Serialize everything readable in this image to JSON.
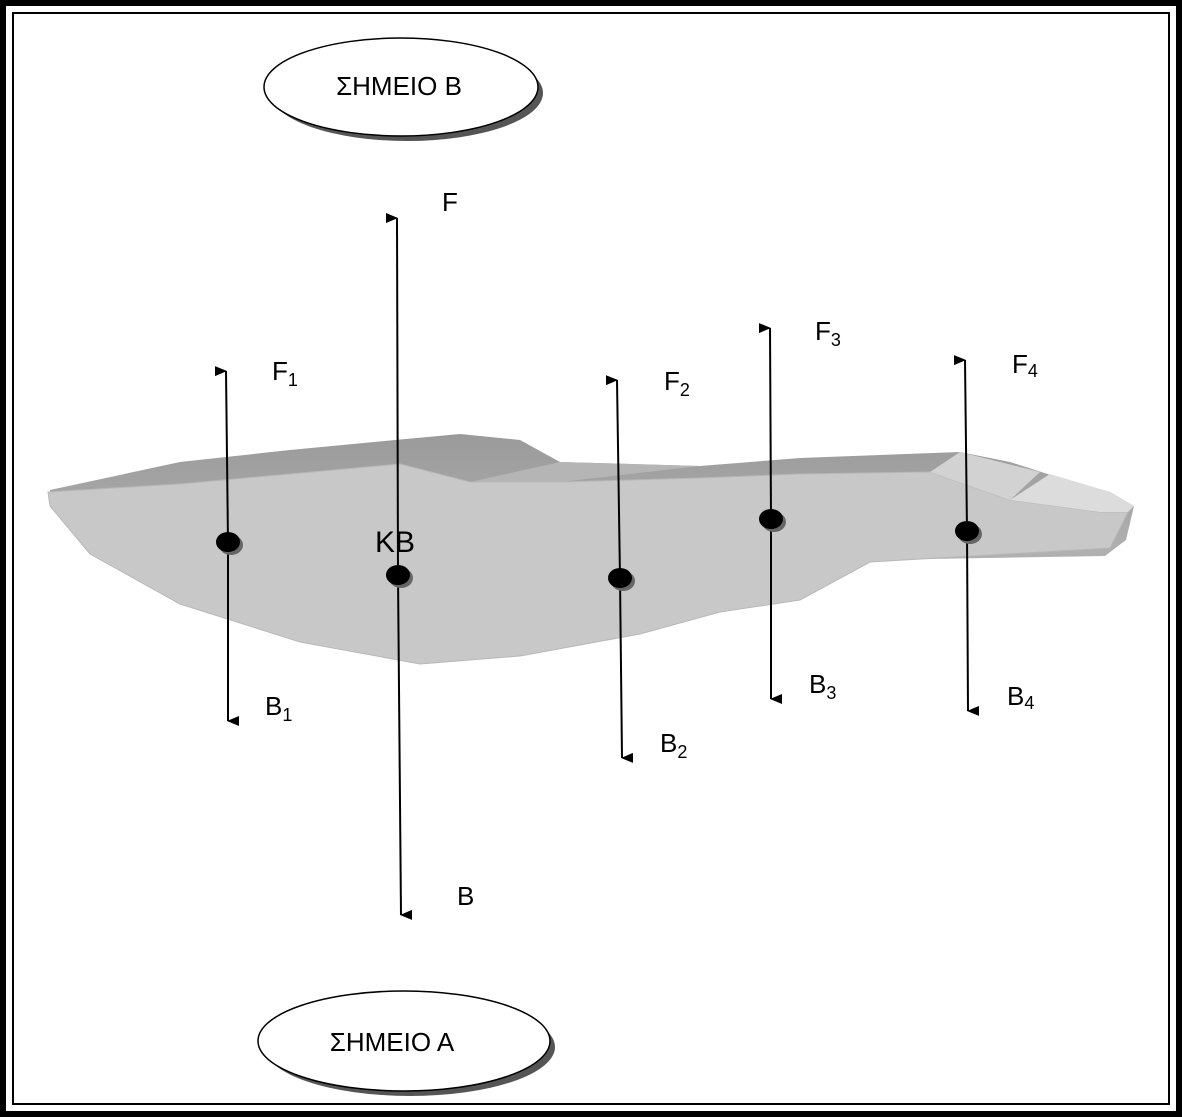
{
  "points": {
    "top_label": "ΣΗΜΕΙΟ Β",
    "bottom_label": "ΣΗΜΕΙΟ Α"
  },
  "center": {
    "label": "ΚΒ"
  },
  "resultant": {
    "up": "F",
    "down": "B"
  },
  "forces": [
    {
      "up_main": "F",
      "up_sub": "1",
      "down_main": "B",
      "down_sub": "1"
    },
    {
      "up_main": "F",
      "up_sub": "2",
      "down_main": "B",
      "down_sub": "2"
    },
    {
      "up_main": "F",
      "up_sub": "3",
      "down_main": "B",
      "down_sub": "3"
    },
    {
      "up_main": "F",
      "up_sub": "4",
      "down_main": "B",
      "down_sub": "4"
    }
  ],
  "colors": {
    "body_fill": "#c8c8c8",
    "body_top": "#a9a9a9",
    "line": "#000000",
    "shadow": "#7a7a7a"
  }
}
